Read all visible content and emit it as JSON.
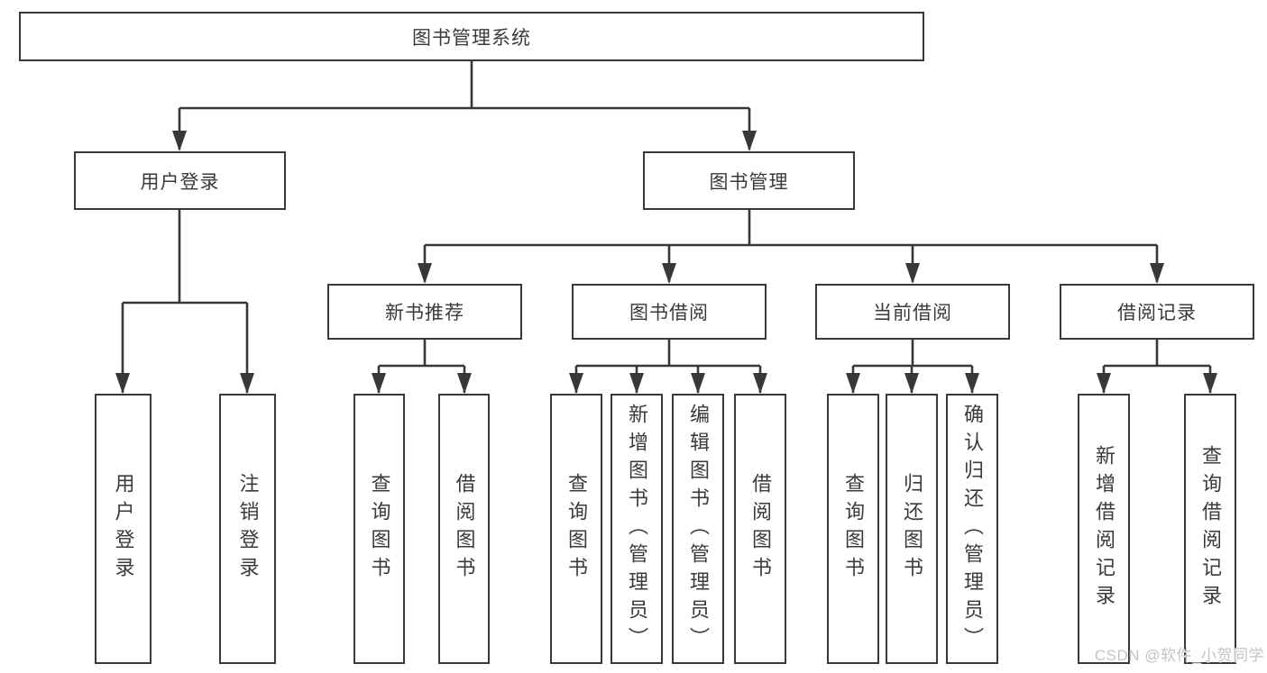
{
  "diagram": {
    "root": {
      "label": "图书管理系统"
    },
    "level2": [
      {
        "label": "用户登录",
        "children": [
          {
            "label": "用户登录"
          },
          {
            "label": "注销登录"
          }
        ]
      },
      {
        "label": "图书管理",
        "children": [
          {
            "label": "新书推荐",
            "children": [
              {
                "label": "查询图书"
              },
              {
                "label": "借阅图书"
              }
            ]
          },
          {
            "label": "图书借阅",
            "children": [
              {
                "label": "查询图书"
              },
              {
                "label": "新增图书（管理员）"
              },
              {
                "label": "编辑图书（管理员）"
              },
              {
                "label": "借阅图书"
              }
            ]
          },
          {
            "label": "当前借阅",
            "children": [
              {
                "label": "查询图书"
              },
              {
                "label": "归还图书"
              },
              {
                "label": "确认归还（管理员）"
              }
            ]
          },
          {
            "label": "借阅记录",
            "children": [
              {
                "label": "新增借阅记录"
              },
              {
                "label": "查询借阅记录"
              }
            ]
          }
        ]
      }
    ]
  },
  "watermark": {
    "text": "CSDN @软件_小贺同学"
  },
  "colors": {
    "line": "#383838",
    "box_border": "#383838",
    "text": "#3a3a3a",
    "background": "#ffffff",
    "watermark": "#c4c4c4"
  }
}
